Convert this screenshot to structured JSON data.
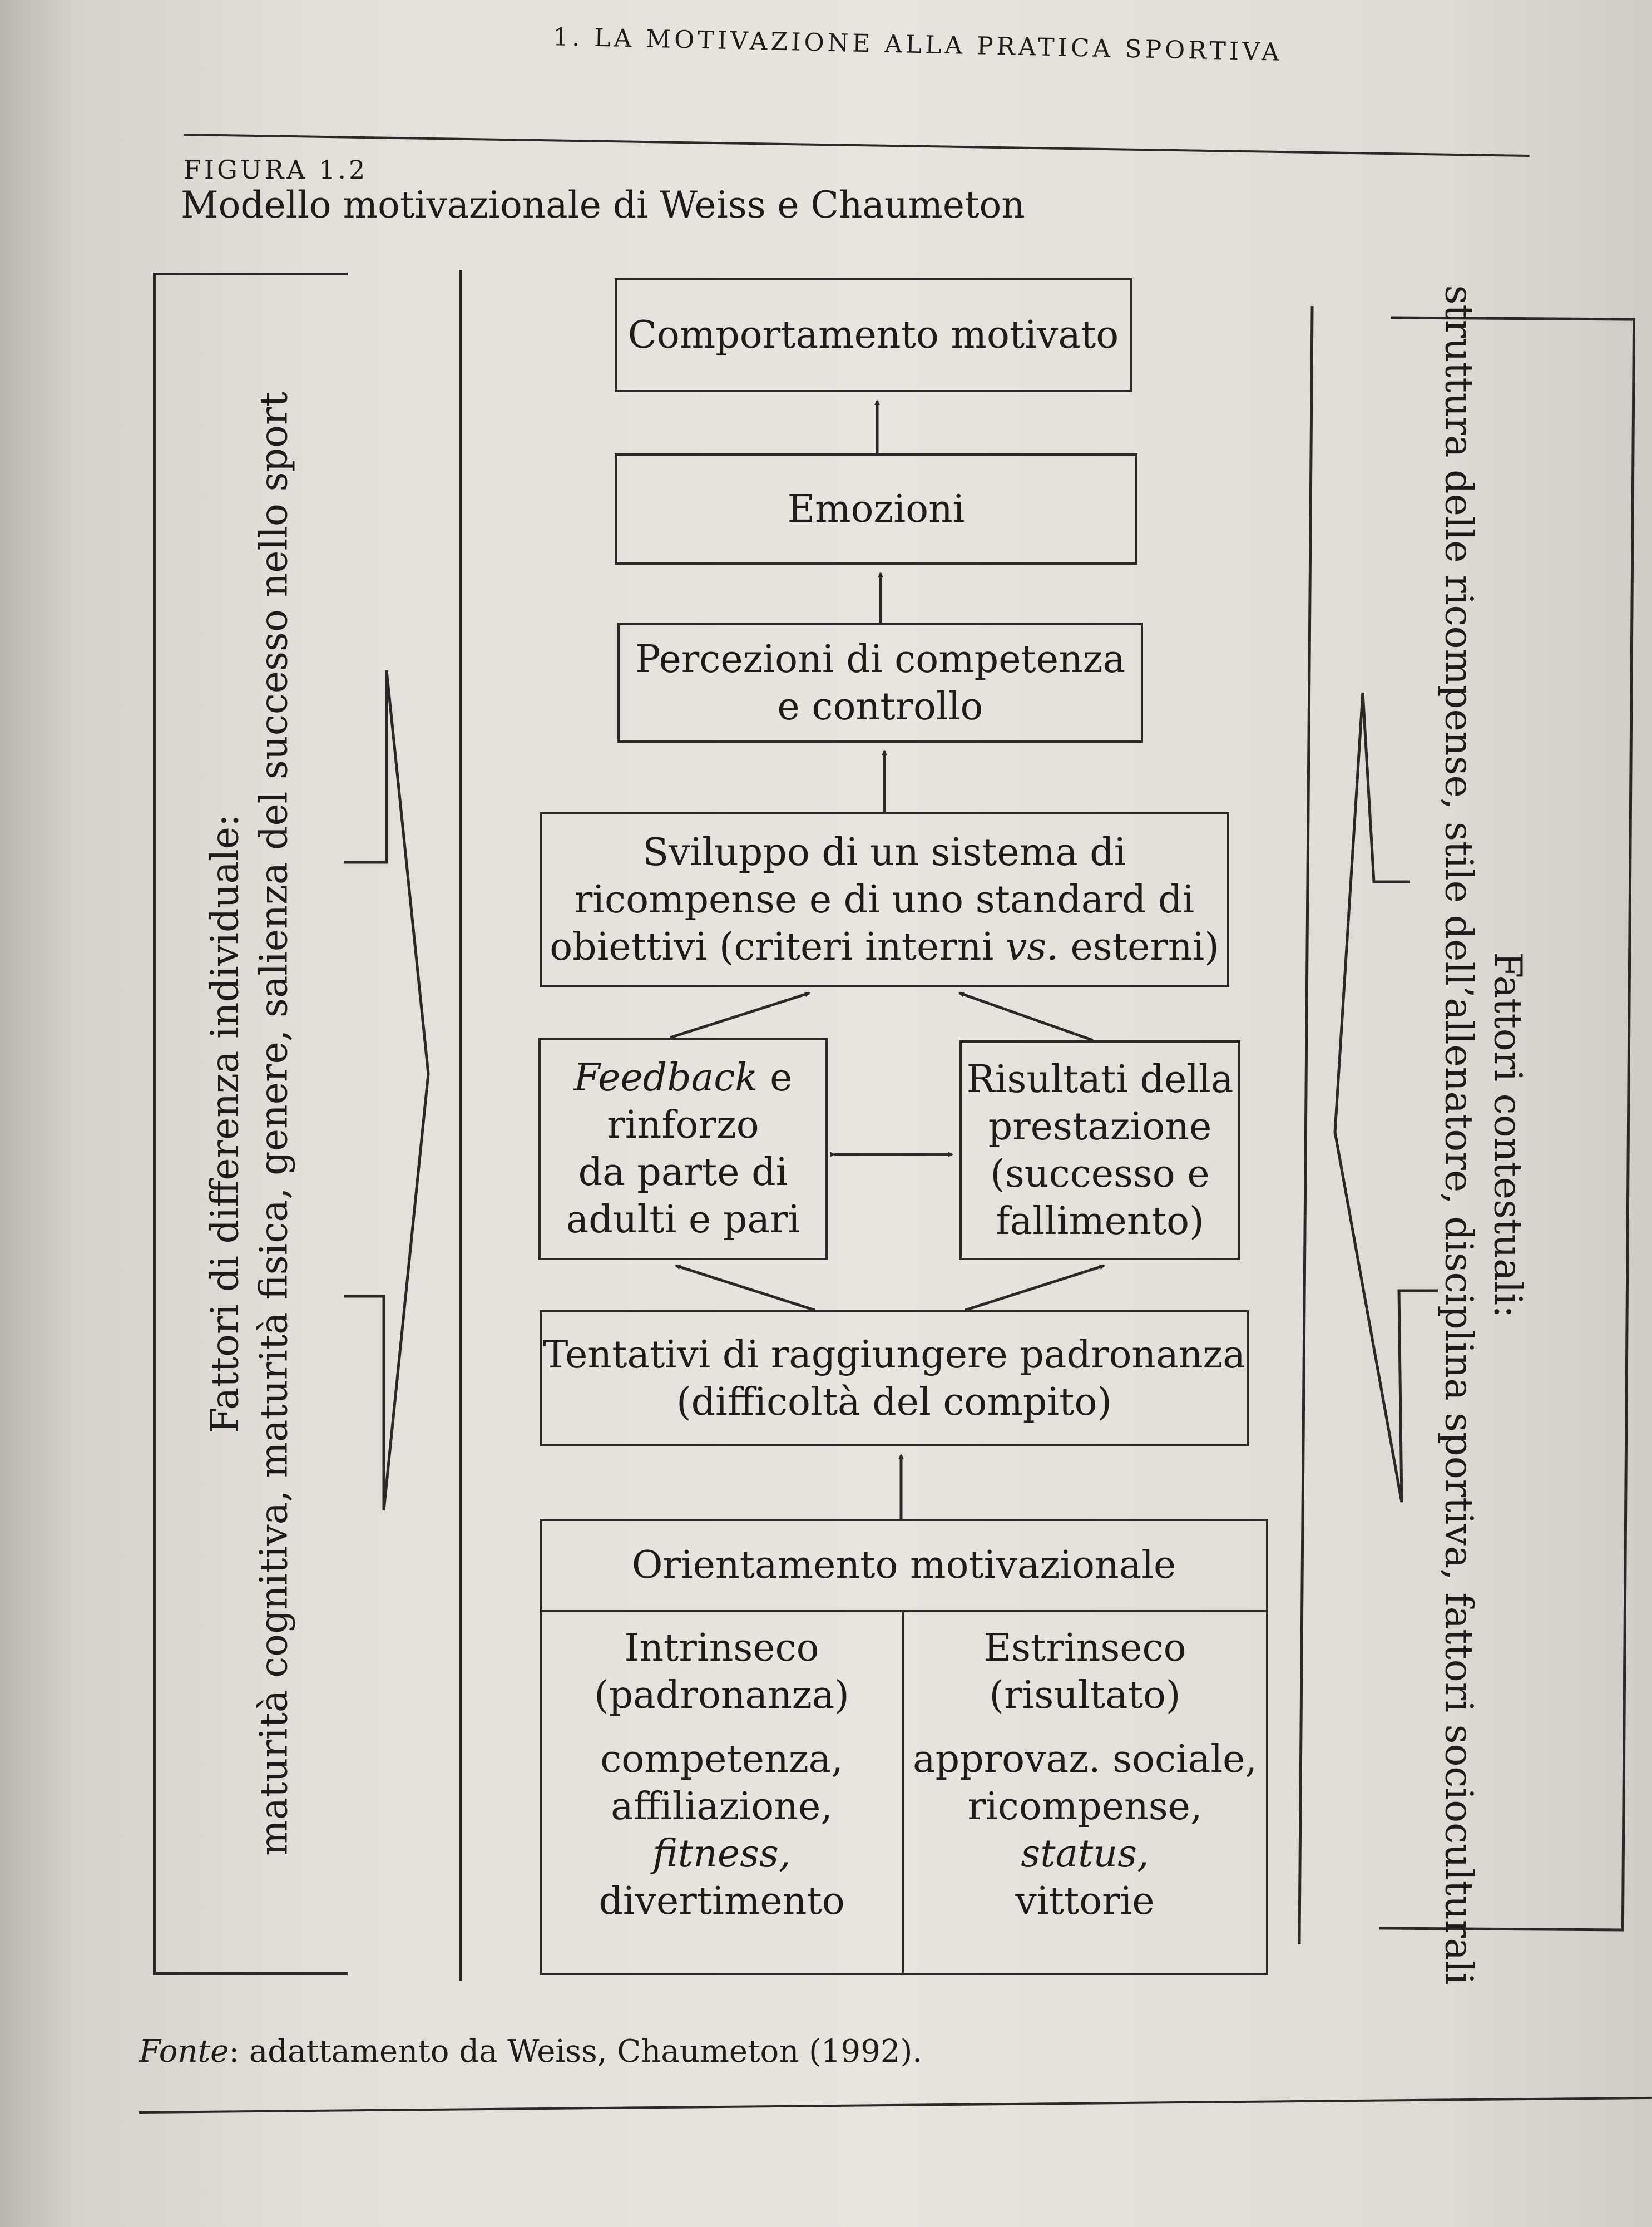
{
  "running_head": "1. LA MOTIVAZIONE ALLA PRATICA SPORTIVA",
  "figure": {
    "label": "FIGURA 1.2",
    "title": "Modello motivazionale di Weiss e Chaumeton"
  },
  "left_panel": {
    "heading": "Fattori di differenza individuale:",
    "detail": "maturità cognitiva, maturità fisica, genere, salienza del successo nello sport"
  },
  "right_panel": {
    "heading": "Fattori contestuali:",
    "detail": "struttura delle ricompense, stile dell’allenatore, disciplina sportiva, fattori socioculturali"
  },
  "boxes": {
    "comportamento": "Comportamento motivato",
    "emozioni": "Emozioni",
    "percezioni_1": "Percezioni di competenza",
    "percezioni_2": "e controllo",
    "sviluppo_1": "Sviluppo di un sistema di",
    "sviluppo_2": "ricompense e di uno standard di",
    "sviluppo_3a": "obiettivi (criteri interni ",
    "sviluppo_3b": "vs.",
    "sviluppo_3c": " esterni)",
    "feedback_1a": "Feedback",
    "feedback_1b": " e",
    "feedback_2": "rinforzo",
    "feedback_3": "da parte di",
    "feedback_4": "adulti e pari",
    "risultati_1": "Risultati della",
    "risultati_2": "prestazione",
    "risultati_3": "(successo e",
    "risultati_4": "fallimento)",
    "tentativi_1": "Tentativi di raggiungere padronanza",
    "tentativi_2": "(difficoltà del compito)"
  },
  "orientamento": {
    "title": "Orientamento motivazionale",
    "intrinseco": {
      "heading_1": "Intrinseco",
      "heading_2": "(padronanza)",
      "items": [
        "competenza,",
        "affiliazione,",
        "fitness,",
        "divertimento"
      ]
    },
    "estrinseco": {
      "heading_1": "Estrinseco",
      "heading_2": "(risultato)",
      "items": [
        "approvaz. sociale,",
        "ricompense,",
        "status,",
        "vittorie"
      ]
    }
  },
  "source": {
    "label": "Fonte",
    "text": ": adattamento da Weiss, Chaumeton (1992)."
  }
}
